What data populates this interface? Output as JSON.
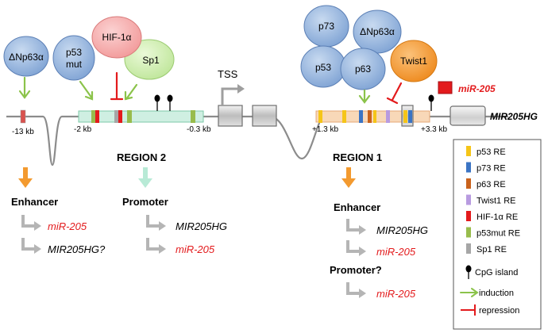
{
  "factors": {
    "dnp63a_left": "ΔNp63α",
    "p53mut_line1": "p53",
    "p53mut_line2": "mut",
    "hif1a": "HIF-1α",
    "sp1": "Sp1",
    "p73": "p73",
    "dnp63a_right": "ΔNp63α",
    "p53": "p53",
    "p63": "p63",
    "twist1": "Twist1"
  },
  "gene": {
    "tss_label": "TSS",
    "mir205_label": "miR-205",
    "host_gene": "MIR205HG",
    "pos_m13kb": "-13 kb",
    "pos_m2kb": "-2 kb",
    "pos_m03kb": "-0.3 kb",
    "pos_p13kb": "+1.3 kb",
    "pos_p33kb": "+3.3 kb"
  },
  "regions": {
    "region2": {
      "title": "REGION 2",
      "enhancer": {
        "heading": "Enhancer",
        "target1": "miR-205",
        "target2": "MIR205HG?"
      },
      "promoter": {
        "heading": "Promoter",
        "target1": "MIR205HG",
        "target2": "miR-205"
      }
    },
    "region1": {
      "title": "REGION 1",
      "enhancer": {
        "heading": "Enhancer",
        "target1": "MIR205HG",
        "target2": "miR-205"
      },
      "promoter": {
        "heading": "Promoter?",
        "target1": "miR-205"
      }
    }
  },
  "legend": {
    "items": [
      {
        "label": "p53 RE",
        "color": "#F5C518"
      },
      {
        "label": "p73 RE",
        "color": "#3B74C4"
      },
      {
        "label": "p63 RE",
        "color": "#C9621C"
      },
      {
        "label": "Twist1 RE",
        "color": "#B89BE0"
      },
      {
        "label": "HIF-1α RE",
        "color": "#E31A1C"
      },
      {
        "label": "p53mut RE",
        "color": "#98BC4C"
      },
      {
        "label": "Sp1 RE",
        "color": "#A6A6A6"
      }
    ],
    "cpg": "CpG island",
    "induction": "induction",
    "repression": "repression"
  },
  "colors": {
    "blue_factor": "#8EAFD9",
    "hif1a": "#F4A6A6",
    "sp1": "#CDEFA8",
    "twist1": "#F39A2F",
    "induction_arrow": "#8BC34A",
    "repression": "#E31A1C",
    "enhancer_arrow": "#F39A2F",
    "promoter_arrow": "#B8EAD6",
    "region2_band": "#CFEFE2",
    "region1_band": "#F8D8B8",
    "mir_red": "#E31A1C"
  },
  "icons": [
    "cpg-lollipop-icon",
    "tss-arrow-icon",
    "induction-arrow-icon",
    "repression-bar-icon",
    "bent-arrow-icon"
  ]
}
